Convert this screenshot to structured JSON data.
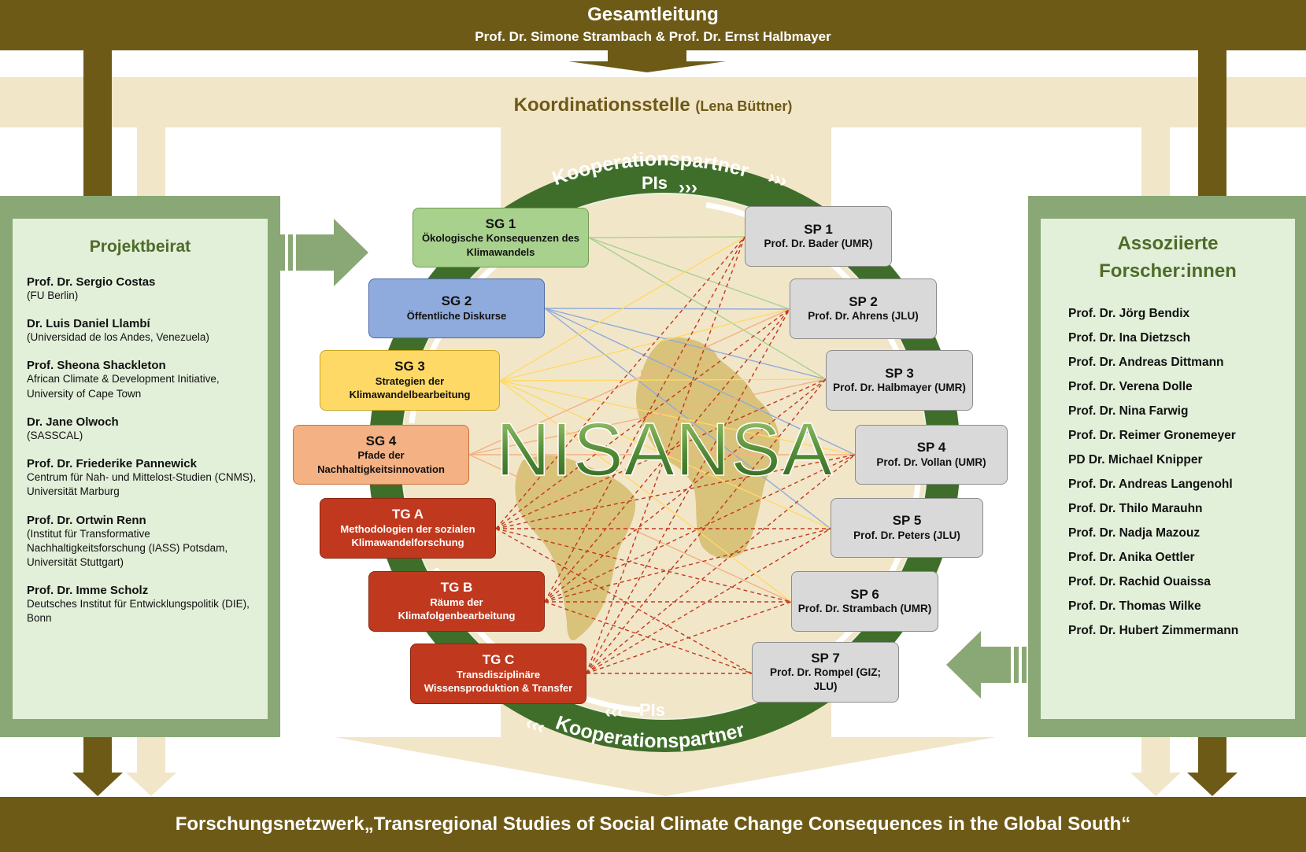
{
  "header": {
    "title": "Gesamtleitung",
    "leaders": "Prof. Dr. Simone Strambach & Prof. Dr. Ernst Halbmayer"
  },
  "coordination": {
    "label": "Koordinationsstelle",
    "person": "(Lena Büttner)"
  },
  "ring": {
    "top_partner": "Kooperationspartner",
    "top_pis": "PIs",
    "bottom_pis": "PIs",
    "bottom_partner": "Kooperationspartner",
    "center_logo": "NISANSA"
  },
  "advisory_board": {
    "title": "Projektbeirat",
    "members": [
      {
        "name": "Prof. Dr. Sergio Costas",
        "affiliation": "(FU Berlin)"
      },
      {
        "name": "Dr. Luis Daniel Llambí",
        "affiliation": "(Universidad de los Andes, Venezuela)"
      },
      {
        "name": "Prof. Sheona Shackleton",
        "affiliation": "African Climate & Development Initiative, University of Cape Town"
      },
      {
        "name": "Dr. Jane Olwoch",
        "affiliation": "(SASSCAL)"
      },
      {
        "name": "Prof. Dr. Friederike Pannewick",
        "affiliation": "Centrum für Nah- und Mittelost-Studien (CNMS), Universität Marburg"
      },
      {
        "name": "Prof. Dr. Ortwin Renn",
        "affiliation": "(Institut für Transformative Nachhaltigkeitsforschung (IASS) Potsdam, Universität Stuttgart)"
      },
      {
        "name": "Prof. Dr. Imme Scholz",
        "affiliation": "Deutsches Institut für Entwicklungspolitik (DIE), Bonn"
      }
    ]
  },
  "associated": {
    "title_line1": "Assoziierte",
    "title_line2": "Forscher:innen",
    "members": [
      "Prof. Dr. Jörg Bendix",
      "Prof. Dr. Ina Dietzsch",
      "Prof. Dr. Andreas Dittmann",
      "Prof. Dr. Verena Dolle",
      "Prof. Dr. Nina Farwig",
      "Prof. Dr. Reimer Gronemeyer",
      "PD Dr. Michael Knipper",
      "Prof. Dr. Andreas Langenohl",
      "Prof. Dr. Thilo Marauhn",
      "Prof. Dr. Nadja Mazouz",
      "Prof. Dr. Anika Oettler",
      "Prof. Dr. Rachid Ouaissa",
      "Prof. Dr. Thomas Wilke",
      "Prof. Dr. Hubert Zimmermann"
    ]
  },
  "groups": [
    {
      "code": "SG 1",
      "text": "Ökologische Konsequenzen des Klimawandels",
      "fill": "#a9d18e",
      "stroke": "#6f9a4e",
      "ink": "#111111"
    },
    {
      "code": "SG 2",
      "text": "Öffentliche Diskurse",
      "fill": "#8faadc",
      "stroke": "#4a6aaa",
      "ink": "#111111"
    },
    {
      "code": "SG 3",
      "text": "Strategien der Klimawandelbearbeitung",
      "fill": "#ffd966",
      "stroke": "#c9a521",
      "ink": "#111111"
    },
    {
      "code": "SG 4",
      "text": "Pfade der Nachhaltigkeitsinnovation",
      "fill": "#f4b183",
      "stroke": "#c9743c",
      "ink": "#111111"
    },
    {
      "code": "TG A",
      "text": "Methodologien der sozialen Klimawandelforschung",
      "fill": "#c0391e",
      "stroke": "#8b2510",
      "ink": "#ffffff"
    },
    {
      "code": "TG B",
      "text": "Räume der Klimafolgenbearbeitung",
      "fill": "#c0391e",
      "stroke": "#8b2510",
      "ink": "#ffffff"
    },
    {
      "code": "TG C",
      "text": "Transdisziplinäre Wissensproduktion & Transfer",
      "fill": "#c0391e",
      "stroke": "#8b2510",
      "ink": "#ffffff"
    }
  ],
  "subprojects": [
    {
      "code": "SP 1",
      "text": "Prof. Dr. Bader (UMR)"
    },
    {
      "code": "SP 2",
      "text": "Prof. Dr. Ahrens (JLU)"
    },
    {
      "code": "SP 3",
      "text": "Prof. Dr. Halbmayer (UMR)"
    },
    {
      "code": "SP 4",
      "text": "Prof. Dr. Vollan (UMR)"
    },
    {
      "code": "SP 5",
      "text": "Prof. Dr. Peters (JLU)"
    },
    {
      "code": "SP 6",
      "text": "Prof. Dr. Strambach (UMR)"
    },
    {
      "code": "SP 7",
      "text": "Prof. Dr. Rompel (GIZ; JLU)"
    }
  ],
  "footer": {
    "text": "Forschungsnetzwerk„Transregional Studies of Social Climate Change Consequences in the Global South“"
  },
  "colors": {
    "brown": "#6e5a17",
    "beige": "#f2e6c9",
    "ring_green": "#3f6e2a",
    "panel_green": "#8aa875",
    "panel_fill": "#e2efd9",
    "map": "#d9c27a"
  }
}
